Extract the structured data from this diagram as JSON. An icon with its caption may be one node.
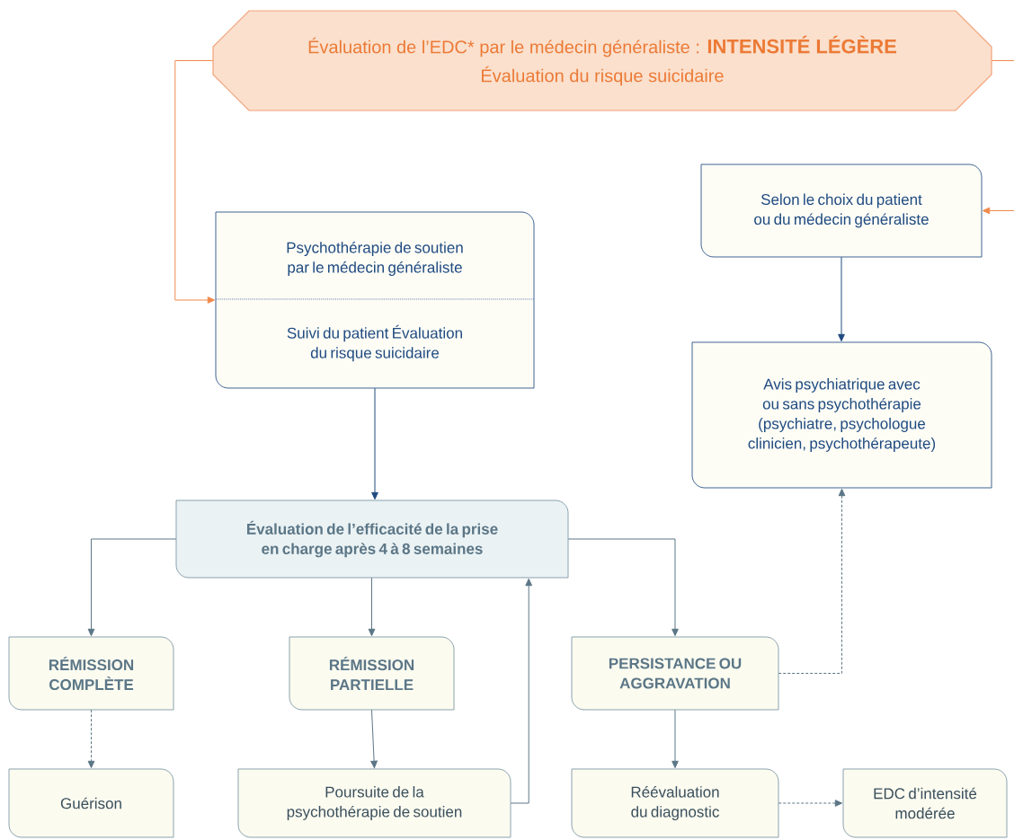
{
  "diagram": {
    "nodes": [
      {
        "text": [
          "Évaluation de l’EDC* par le médecin généraliste :",
          "INTENSITÉ LÉGÈRE",
          "Évaluation du risque suicidaire"
        ]
      },
      {
        "text": [
          "Psychothérapie de soutien par le médecin généraliste",
          "Suivi du patient Évaluation du risque suicidaire"
        ]
      },
      {
        "text": [
          "Selon le choix du patient ou du médecin généraliste"
        ]
      },
      {
        "text": [
          "Avis psychiatrique avec ou sans psychothérapie (psychiatre, psychologue clinicien, psychothérapeute)"
        ]
      },
      {
        "text": [
          "Évaluation de l’efficacité de la prise en charge après 4 à 8 semaines"
        ]
      },
      {
        "text": [
          "RÉMISSION COMPLÈTE"
        ]
      },
      {
        "text": [
          "RÉMISSION PARTIELLE"
        ]
      },
      {
        "text": [
          "PERSISTANCE OU AGGRAVATION"
        ]
      },
      {
        "text": [
          "Guérison"
        ]
      },
      {
        "text": [
          "Poursuite de la psychothérapie de soutien"
        ]
      },
      {
        "text": [
          "Réévaluation du diagnostic"
        ]
      },
      {
        "text": [
          "EDC d’intensité modérée"
        ]
      }
    ],
    "edges": [
      {
        "from": 0,
        "to": 1,
        "arrow": "to",
        "color": "#f08a4b"
      },
      {
        "from": 0,
        "to": 2,
        "arrow": "to",
        "color": "#f08a4b"
      },
      {
        "from": 1,
        "to": 4,
        "arrow": "to",
        "color": "#1f4a80"
      },
      {
        "from": 2,
        "to": 3,
        "arrow": "to",
        "color": "#1f4a80"
      },
      {
        "from": 4,
        "to": 5,
        "arrow": "to"
      },
      {
        "from": 4,
        "to": 6,
        "arrow": "to"
      },
      {
        "from": 4,
        "to": 7,
        "arrow": "to"
      },
      {
        "from": 5,
        "to": 8,
        "arrow": "to",
        "style": "dashed"
      },
      {
        "from": 6,
        "to": 9,
        "arrow": "to"
      },
      {
        "from": 9,
        "to": 4,
        "arrow": "to"
      },
      {
        "from": 7,
        "to": 3,
        "arrow": "to",
        "style": "dashed"
      },
      {
        "from": 7,
        "to": 10,
        "arrow": "to"
      },
      {
        "from": 10,
        "to": 11,
        "arrow": "to",
        "style": "dashed"
      }
    ]
  }
}
